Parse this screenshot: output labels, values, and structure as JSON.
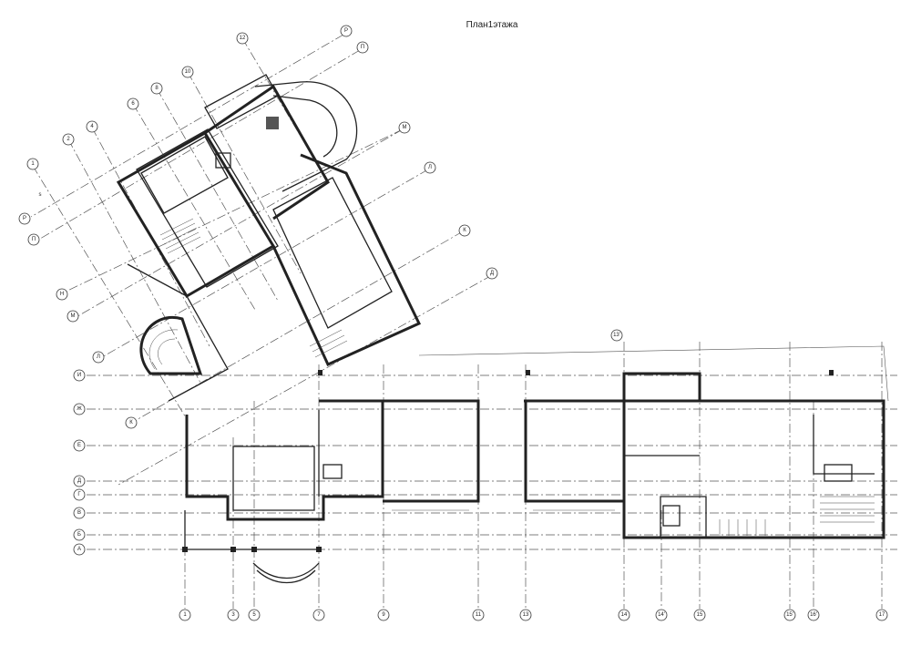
{
  "title": "План1этажа",
  "axes": {
    "horizontal": [
      "И",
      "Ж",
      "Е",
      "Д",
      "Г",
      "В",
      "Б",
      "А"
    ],
    "vertical": [
      "1",
      "3",
      "5",
      "7",
      "9",
      "11",
      "13",
      "14",
      "14'",
      "15",
      "15'",
      "16'",
      "17"
    ],
    "top_cols": [
      "1",
      "2",
      "4",
      "6",
      "8",
      "10",
      "12"
    ],
    "right_rows": [
      "Р",
      "П",
      "М",
      "Л",
      "К",
      "Д"
    ],
    "left_rows": [
      "Р",
      "П",
      "Н",
      "М",
      "Л",
      "К"
    ],
    "extra": "13'",
    "small_s": "s"
  }
}
